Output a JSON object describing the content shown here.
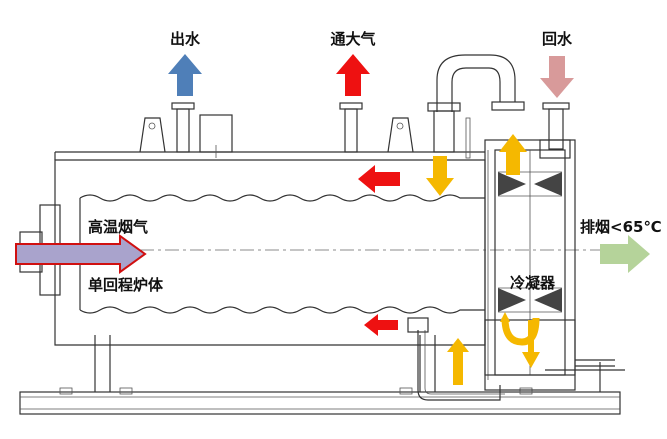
{
  "labels": {
    "outlet_water": "出水",
    "vent": "通大气",
    "return_water": "回水",
    "hot_flue_gas": "高温烟气",
    "single_pass_furnace": "单回程炉体",
    "exhaust": "排烟<65℃",
    "condenser": "冷凝器"
  },
  "colors": {
    "outlet_arrow": "#4f7fb8",
    "vent_arrow": "#ee1111",
    "return_arrow": "#d89a9a",
    "flow_arrow": "#f5b800",
    "flue_arrow_fill": "#a9a3cc",
    "flue_arrow_stroke": "#d01010",
    "exhaust_arrow": "#b5d39a",
    "structure": "#333333"
  }
}
